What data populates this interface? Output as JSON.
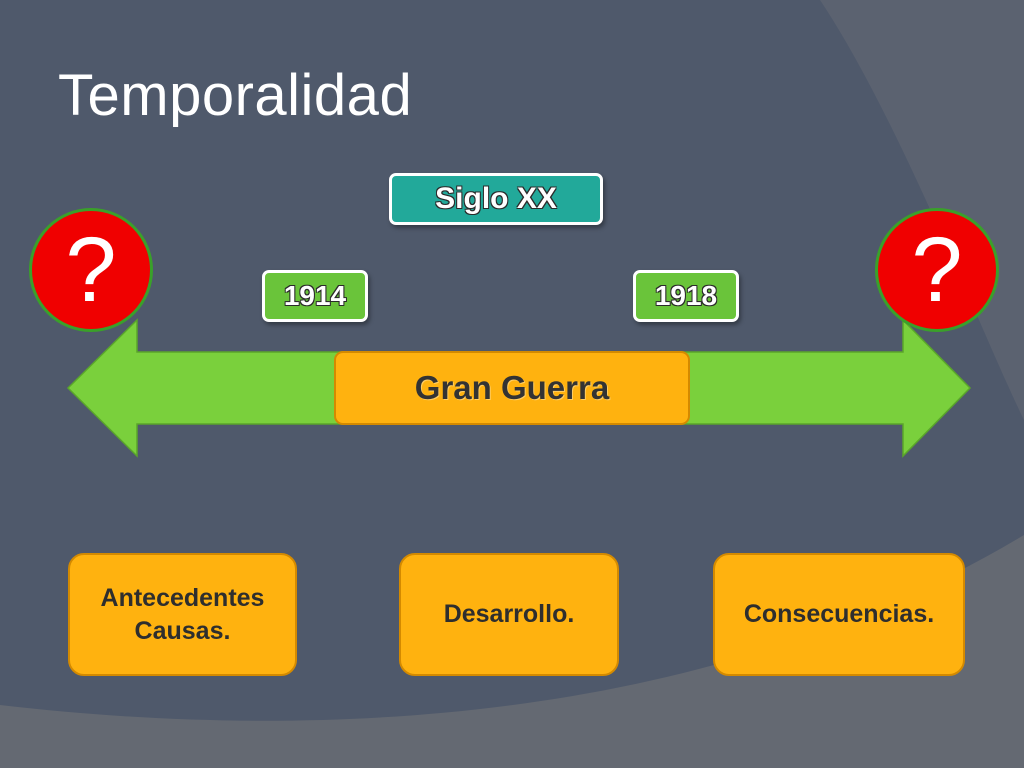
{
  "slide": {
    "title": "Temporalidad"
  },
  "timeline": {
    "century": "Siglo XX",
    "start_year": "1914",
    "end_year": "1918",
    "event": "Gran Guerra",
    "before_marker": "?",
    "after_marker": "?"
  },
  "phases": [
    {
      "lines": [
        "Antecedentes",
        "Causas."
      ]
    },
    {
      "lines": [
        "Desarrollo."
      ]
    },
    {
      "lines": [
        "Consecuencias."
      ]
    }
  ],
  "colors": {
    "background": "#4f596b",
    "arrow": "#7ad03c",
    "century_tag": "#22a99a",
    "year_tag": "#6ac43a",
    "event_box": "#ffb20f",
    "question_circle": "#f00000"
  }
}
